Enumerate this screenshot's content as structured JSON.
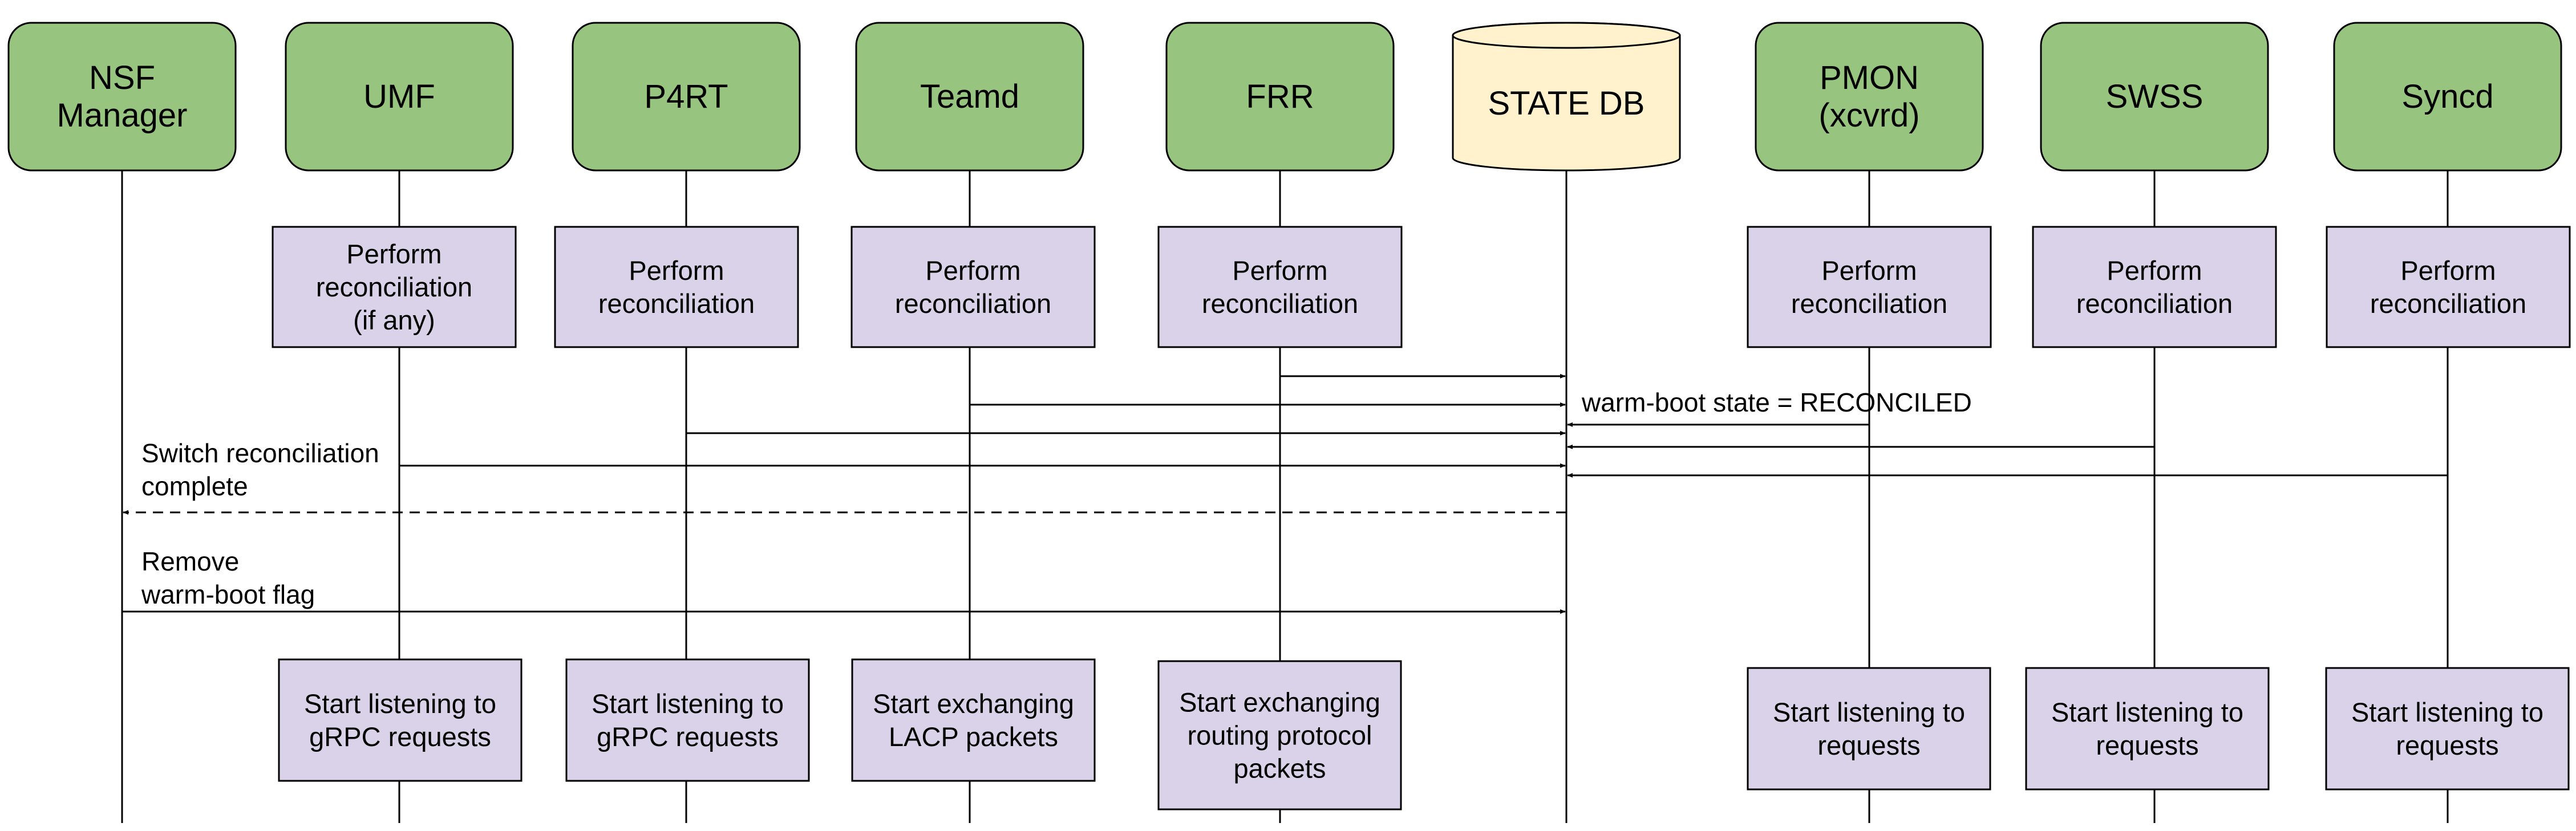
{
  "colors": {
    "actor_fill": "#97c47e",
    "db_fill": "#fff2cc",
    "box_fill": "#d9d2e9",
    "stroke": "#000000"
  },
  "participants": [
    {
      "id": "nsf-manager",
      "lines": [
        "NSF",
        "Manager"
      ],
      "kind": "component"
    },
    {
      "id": "umf",
      "lines": [
        "UMF"
      ],
      "kind": "component"
    },
    {
      "id": "p4rt",
      "lines": [
        "P4RT"
      ],
      "kind": "component"
    },
    {
      "id": "teamd",
      "lines": [
        "Teamd"
      ],
      "kind": "component"
    },
    {
      "id": "frr",
      "lines": [
        "FRR"
      ],
      "kind": "component"
    },
    {
      "id": "state-db",
      "lines": [
        "STATE DB"
      ],
      "kind": "database"
    },
    {
      "id": "pmon",
      "lines": [
        "PMON",
        "(xcvrd)"
      ],
      "kind": "component"
    },
    {
      "id": "swss",
      "lines": [
        "SWSS"
      ],
      "kind": "component"
    },
    {
      "id": "syncd",
      "lines": [
        "Syncd"
      ],
      "kind": "component"
    }
  ],
  "reconcile_boxes": [
    {
      "participant": "umf",
      "lines": [
        "Perform",
        "reconciliation",
        "(if any)"
      ]
    },
    {
      "participant": "p4rt",
      "lines": [
        "Perform",
        "reconciliation"
      ]
    },
    {
      "participant": "teamd",
      "lines": [
        "Perform",
        "reconciliation"
      ]
    },
    {
      "participant": "frr",
      "lines": [
        "Perform",
        "reconciliation"
      ]
    },
    {
      "participant": "pmon",
      "lines": [
        "Perform",
        "reconciliation"
      ]
    },
    {
      "participant": "swss",
      "lines": [
        "Perform",
        "reconciliation"
      ]
    },
    {
      "participant": "syncd",
      "lines": [
        "Perform",
        "reconciliation"
      ]
    }
  ],
  "messages": [
    {
      "from": "frr",
      "to": "state-db",
      "style": "solid",
      "label": []
    },
    {
      "from": "teamd",
      "to": "state-db",
      "style": "solid",
      "label": []
    },
    {
      "from": "pmon",
      "to": "state-db",
      "style": "solid",
      "label": [
        "warm-boot state = RECONCILED"
      ]
    },
    {
      "from": "p4rt",
      "to": "state-db",
      "style": "solid",
      "label": []
    },
    {
      "from": "swss",
      "to": "state-db",
      "style": "solid",
      "label": []
    },
    {
      "from": "umf",
      "to": "state-db",
      "style": "solid",
      "label": []
    },
    {
      "from": "syncd",
      "to": "state-db",
      "style": "solid",
      "label": []
    },
    {
      "from": "state-db",
      "to": "nsf-manager",
      "style": "dashed",
      "label": [
        "Switch reconciliation",
        "complete"
      ]
    },
    {
      "from": "nsf-manager",
      "to": "state-db",
      "style": "solid",
      "label": [
        "Remove",
        "warm-boot flag"
      ]
    }
  ],
  "start_boxes": [
    {
      "participant": "umf",
      "lines": [
        "Start listening to",
        "gRPC requests"
      ]
    },
    {
      "participant": "p4rt",
      "lines": [
        "Start listening to",
        "gRPC requests"
      ]
    },
    {
      "participant": "teamd",
      "lines": [
        "Start exchanging",
        "LACP packets"
      ]
    },
    {
      "participant": "frr",
      "lines": [
        "Start exchanging",
        "routing protocol",
        "packets"
      ]
    },
    {
      "participant": "pmon",
      "lines": [
        "Start listening to",
        "requests"
      ]
    },
    {
      "participant": "swss",
      "lines": [
        "Start listening to",
        "requests"
      ]
    },
    {
      "participant": "syncd",
      "lines": [
        "Start listening to",
        "requests"
      ]
    }
  ]
}
